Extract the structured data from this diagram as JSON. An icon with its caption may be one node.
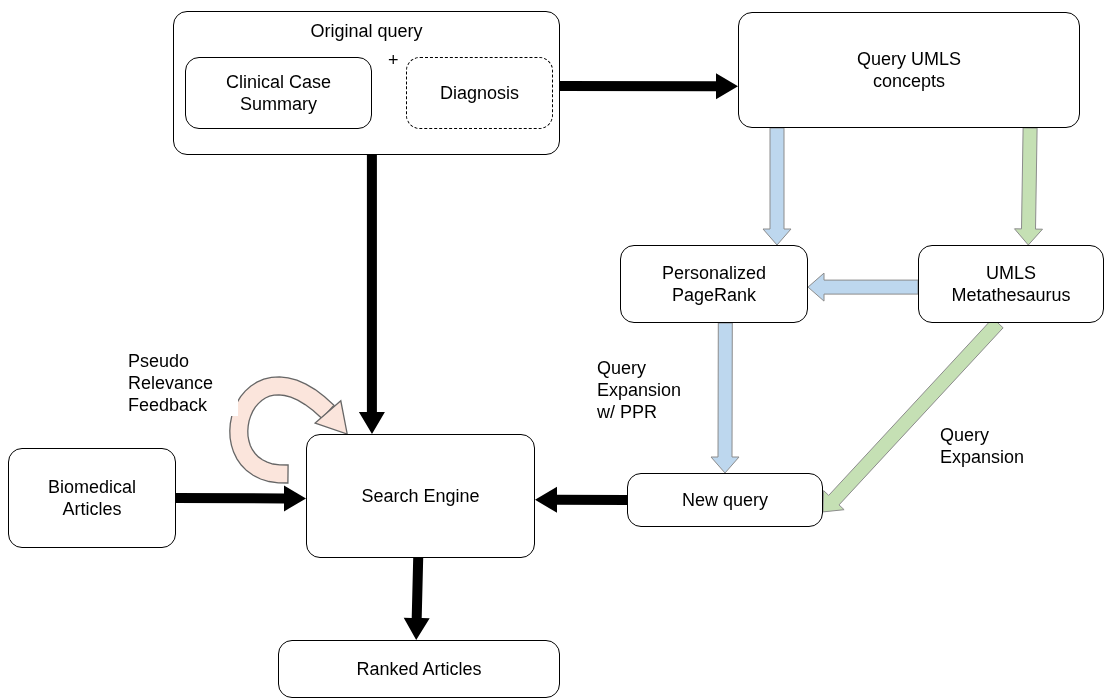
{
  "diagram": {
    "nodes": [
      {
        "text": [
          "Original query"
        ]
      },
      {
        "text": [
          "Clinical Case Summary"
        ],
        "in": 0
      },
      {
        "text": [
          "Diagnosis"
        ],
        "in": 0
      },
      {
        "text": [
          "Query UMLS concepts"
        ]
      },
      {
        "text": [
          "Personalized PageRank"
        ]
      },
      {
        "text": [
          "UMLS Metathesaurus"
        ]
      },
      {
        "text": [
          "Biomedical Articles"
        ]
      },
      {
        "text": [
          "Search Engine"
        ]
      },
      {
        "text": [
          "New query"
        ]
      },
      {
        "text": [
          "Ranked Articles"
        ]
      }
    ],
    "edges": [
      {
        "from": 0,
        "to": 3,
        "arrow": "to"
      },
      {
        "from": 0,
        "to": 7,
        "arrow": "to"
      },
      {
        "from": 3,
        "to": 4,
        "arrow": "to",
        "color": "#bdd7ee"
      },
      {
        "from": 3,
        "to": 5,
        "arrow": "to",
        "color": "#c5e0b4"
      },
      {
        "from": 5,
        "to": 4,
        "arrow": "to",
        "color": "#bdd7ee"
      },
      {
        "from": 4,
        "to": 8,
        "arrow": "to",
        "label": "Query Expansion w/ PPR",
        "color": "#bdd7ee"
      },
      {
        "from": 5,
        "to": 8,
        "arrow": "to",
        "label": "Query Expansion",
        "color": "#c5e0b4"
      },
      {
        "from": 6,
        "to": 7,
        "arrow": "to"
      },
      {
        "from": 8,
        "to": 7,
        "arrow": "to"
      },
      {
        "from": 7,
        "to": 9,
        "arrow": "to"
      },
      {
        "from": null,
        "to": 7,
        "arrow": "to",
        "label": "Pseudo Relevance Feedback",
        "color": "#fbe5dc"
      }
    ],
    "labels": [
      "+"
    ]
  }
}
